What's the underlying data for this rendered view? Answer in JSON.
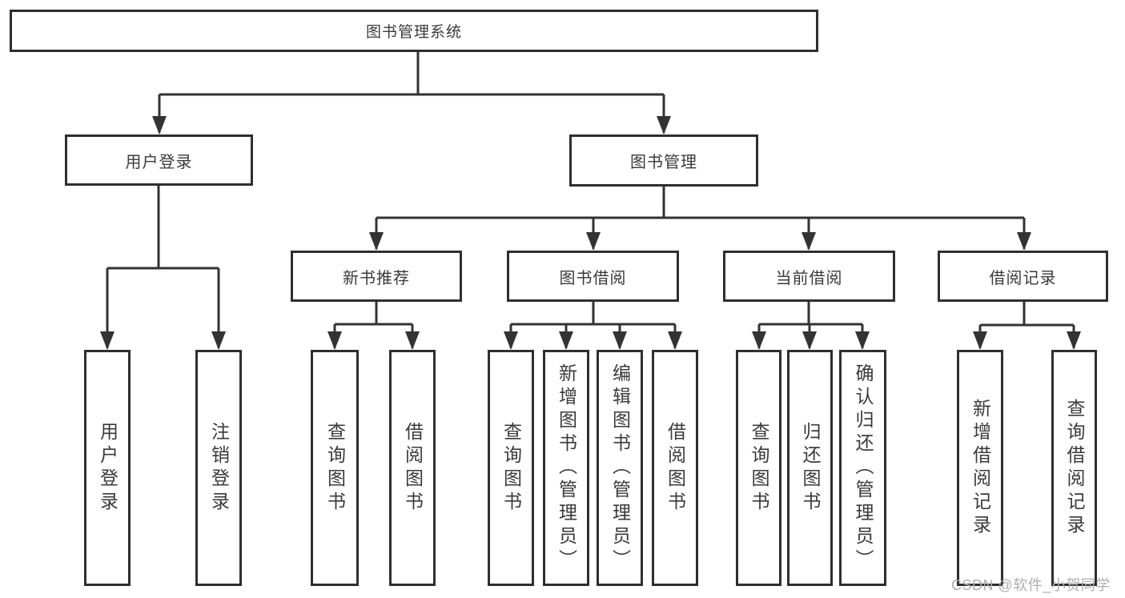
{
  "diagram": {
    "type": "hierarchy-tree",
    "root": {
      "label": "图书管理系统",
      "children": [
        {
          "label": "用户登录",
          "children": [
            {
              "label": "用户登录"
            },
            {
              "label": "注销登录"
            }
          ]
        },
        {
          "label": "图书管理",
          "children": [
            {
              "label": "新书推荐",
              "children": [
                {
                  "label": "查询图书"
                },
                {
                  "label": "借阅图书"
                }
              ]
            },
            {
              "label": "图书借阅",
              "children": [
                {
                  "label": "查询图书"
                },
                {
                  "label": "新增图书（管理员）"
                },
                {
                  "label": "编辑图书（管理员）"
                },
                {
                  "label": "借阅图书"
                }
              ]
            },
            {
              "label": "当前借阅",
              "children": [
                {
                  "label": "查询图书"
                },
                {
                  "label": "归还图书"
                },
                {
                  "label": "确认归还（管理员）"
                }
              ]
            },
            {
              "label": "借阅记录",
              "children": [
                {
                  "label": "新增借阅记录"
                },
                {
                  "label": "查询借阅记录"
                }
              ]
            }
          ]
        }
      ]
    }
  },
  "watermark": {
    "text": "CSDN @软件_小贺同学"
  },
  "colors": {
    "background": "#ffffff",
    "line": "#333333",
    "box_border": "#2f2f2f",
    "text": "#3a3a3a",
    "watermark": "#aeaeae"
  }
}
